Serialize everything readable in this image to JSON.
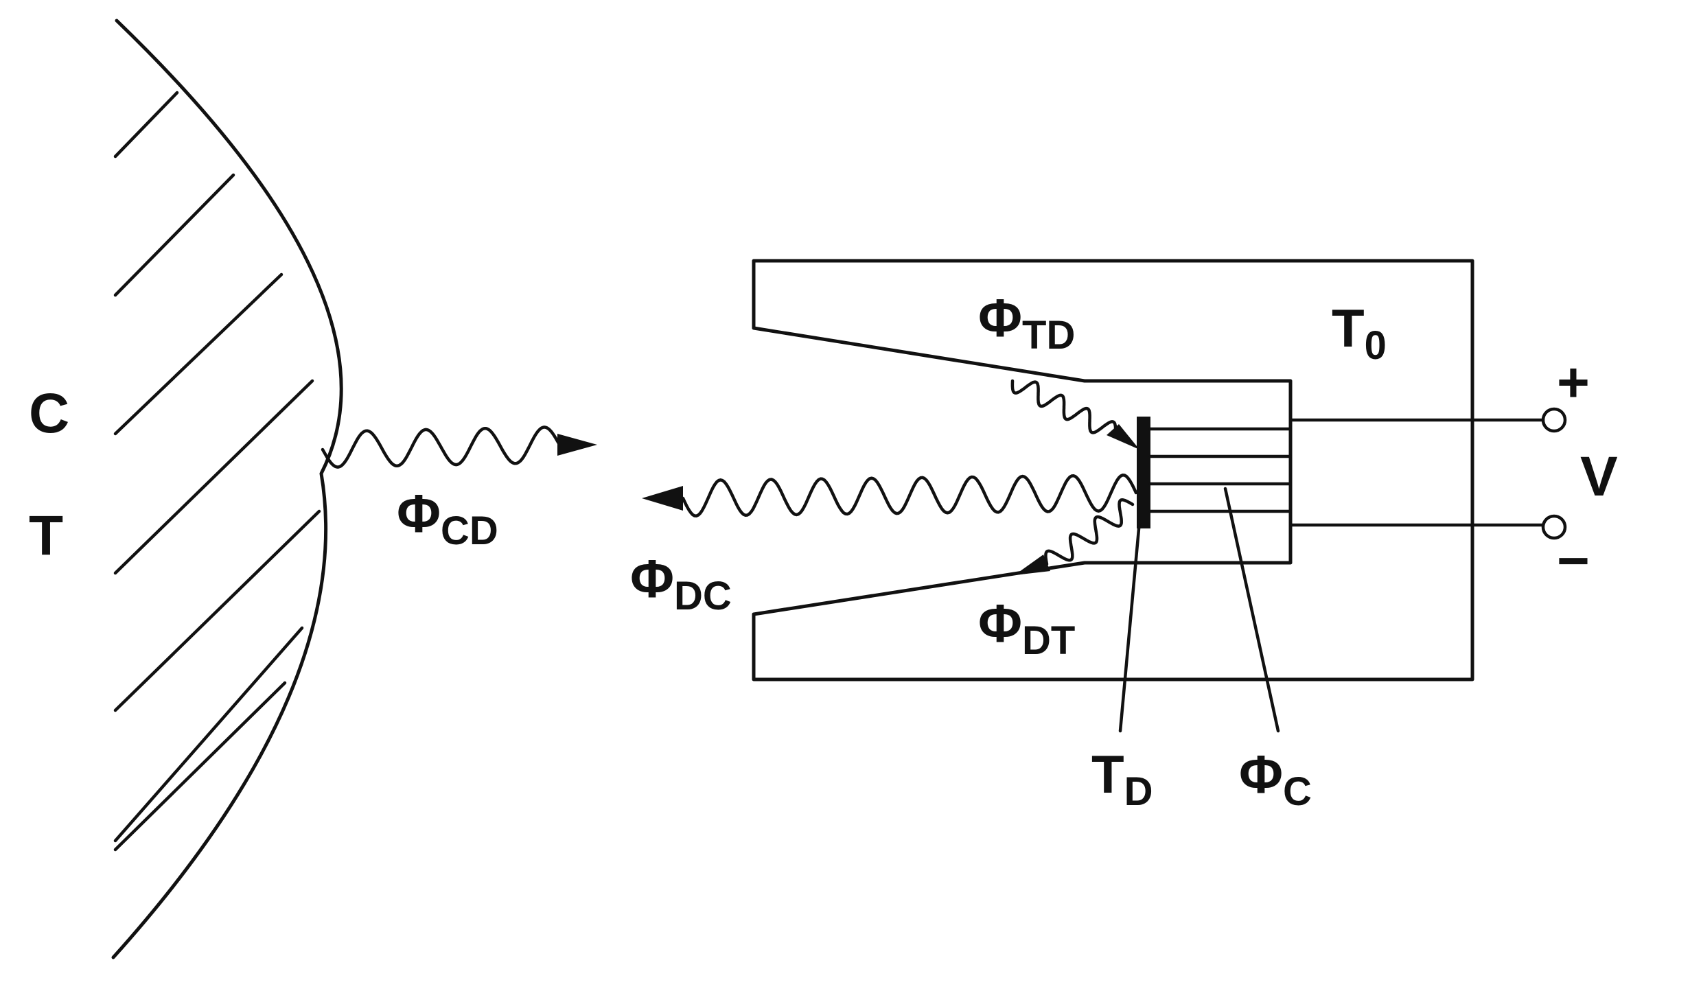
{
  "labels": {
    "object_c": "C",
    "object_t": "T",
    "flux_cd": {
      "main": "Φ",
      "sub": "CD"
    },
    "flux_dc": {
      "main": "Φ",
      "sub": "DC"
    },
    "flux_td": {
      "main": "Φ",
      "sub": "TD"
    },
    "flux_dt": {
      "main": "Φ",
      "sub": "DT"
    },
    "flux_c": {
      "main": "Φ",
      "sub": "C"
    },
    "temp_d": {
      "main": "T",
      "sub": "D"
    },
    "temp_0": {
      "main": "T",
      "sub": "0"
    },
    "voltage": "V",
    "plus": "+",
    "minus": "−"
  },
  "colors": {
    "ink": "#111111",
    "paper": "#ffffff"
  }
}
